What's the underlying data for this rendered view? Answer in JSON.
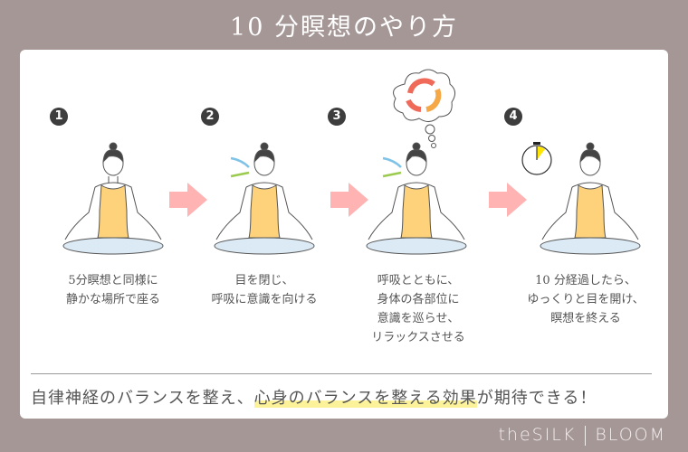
{
  "title": "10 分瞑想のやり方",
  "steps": [
    {
      "number": "1",
      "caption_lines": [
        "5分瞑想と同様に",
        "静かな場所で座る"
      ]
    },
    {
      "number": "2",
      "caption_lines": [
        "目を閉じ、",
        "呼吸に意識を向ける"
      ]
    },
    {
      "number": "3",
      "caption_lines": [
        "呼吸とともに、",
        "身体の各部位に",
        "意識を巡らせ、",
        "リラックスさせる"
      ]
    },
    {
      "number": "4",
      "caption_lines": [
        "10 分経過したら、",
        "ゆっくりと目を開け、",
        "瞑想を終える"
      ]
    }
  ],
  "summary": {
    "prefix": "自律神経のバランスを整え、",
    "highlight": "心身のバランスを整える効果",
    "suffix": "が期待できる！"
  },
  "brand": {
    "left": "theSILK",
    "right": "BLOOM"
  },
  "colors": {
    "background": "#a69797",
    "arrow": "#ffb3b3",
    "tank_top": "#fdd27a",
    "pants": "#dbeaf5",
    "highlight": "#fbf29a",
    "inhale_arrow": "#7fc3e8",
    "exhale_arrow": "#9acb4e"
  }
}
